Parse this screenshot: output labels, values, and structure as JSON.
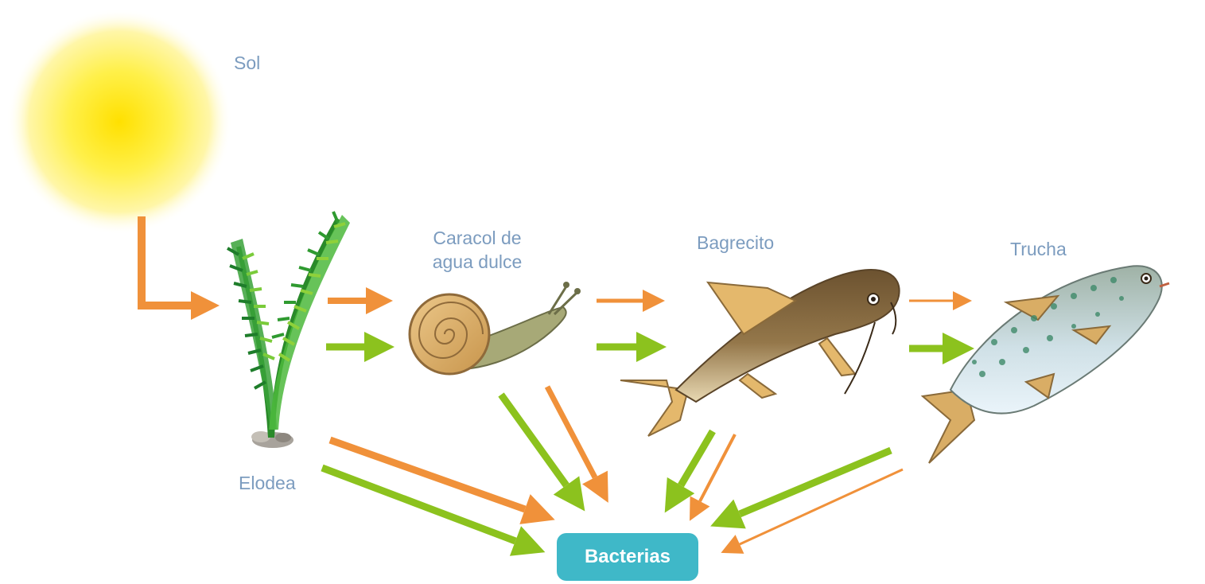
{
  "diagram": {
    "nodes": {
      "sun": {
        "label": "Sol"
      },
      "plant": {
        "label": "Elodea"
      },
      "snail": {
        "label": "Caracol de\nagua dulce"
      },
      "catfish": {
        "label": "Bagrecito"
      },
      "trout": {
        "label": "Trucha"
      },
      "bacteria": {
        "label": "Bacterias"
      }
    },
    "edges": [
      {
        "from": "sun",
        "to": "plant",
        "kind": "energy"
      },
      {
        "from": "plant",
        "to": "snail",
        "kind": "energy"
      },
      {
        "from": "plant",
        "to": "snail",
        "kind": "matter"
      },
      {
        "from": "snail",
        "to": "catfish",
        "kind": "energy"
      },
      {
        "from": "snail",
        "to": "catfish",
        "kind": "matter"
      },
      {
        "from": "catfish",
        "to": "trout",
        "kind": "energy"
      },
      {
        "from": "catfish",
        "to": "trout",
        "kind": "matter"
      },
      {
        "from": "plant",
        "to": "bacteria",
        "kind": "energy"
      },
      {
        "from": "plant",
        "to": "bacteria",
        "kind": "matter"
      },
      {
        "from": "snail",
        "to": "bacteria",
        "kind": "energy"
      },
      {
        "from": "snail",
        "to": "bacteria",
        "kind": "matter"
      },
      {
        "from": "catfish",
        "to": "bacteria",
        "kind": "energy"
      },
      {
        "from": "catfish",
        "to": "bacteria",
        "kind": "matter"
      },
      {
        "from": "trout",
        "to": "bacteria",
        "kind": "energy"
      },
      {
        "from": "trout",
        "to": "bacteria",
        "kind": "matter"
      }
    ],
    "colors": {
      "energy_arrow": "#f0913a",
      "matter_arrow": "#8cc21e",
      "label_text": "#7c9cbf",
      "bacteria_box": "#3fb8c8",
      "sun": "#ffe000"
    }
  }
}
